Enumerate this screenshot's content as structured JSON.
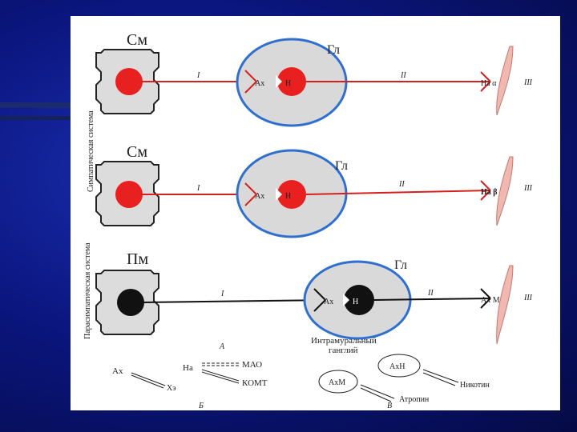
{
  "diagram": {
    "rows": [
      {
        "cns_label": "См",
        "ganglion_label": "Гл",
        "pre_fiber": "I",
        "post_fiber": "II",
        "effector": "III",
        "synapse_ganglion": "Ах",
        "receptor_ganglion": "Н",
        "synapse_effector": "На α",
        "fiber_color": "#d62020"
      },
      {
        "cns_label": "См",
        "ganglion_label": "Гл",
        "pre_fiber": "I",
        "post_fiber": "II",
        "effector": "III",
        "synapse_ganglion": "Ах",
        "receptor_ganglion": "Н",
        "synapse_effector": "На β",
        "fiber_color": "#d62020"
      },
      {
        "cns_label": "Пм",
        "ganglion_label": "Гл",
        "pre_fiber": "I",
        "post_fiber": "II",
        "effector": "III",
        "synapse_ganglion": "Ах",
        "receptor_ganglion": "Н",
        "synapse_effector": "Ах М",
        "fiber_color": "#111111"
      }
    ],
    "side_labels": {
      "sympathetic": "Симпатическая система",
      "parasympathetic": "Парасимпатическая система"
    },
    "ganglion_caption_line1": "Интрамуральный",
    "ganglion_caption_line2": "ганглий",
    "panel_a": "А",
    "panel_b": "Б",
    "panel_v": "В",
    "panel_b_items": {
      "ach": "Ах",
      "che": "Хэ",
      "na": "На",
      "mao": "МАО",
      "komt": "КОМТ"
    },
    "panel_v_items": {
      "ah_n": "АхН",
      "ah_m": "АхМ",
      "nicotine": "Никотин",
      "atropine": "Атропин"
    },
    "colors": {
      "sympathetic": "#d62020",
      "parasympathetic": "#111111",
      "ganglion_fill": "#d9d9d9",
      "ganglion_border": "#2f6fd0",
      "cns_cell_fill": "#dcdcdc",
      "effector_fill": "#f0b8b0"
    }
  }
}
